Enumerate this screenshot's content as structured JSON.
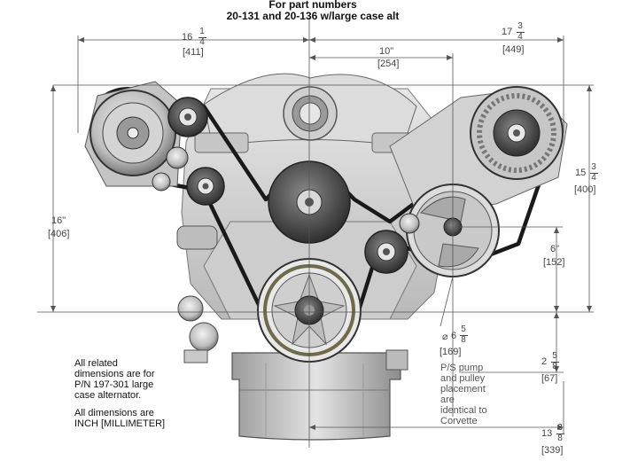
{
  "title": {
    "line1": "For part numbers",
    "line2": "20-131 and 20-136 w/large case alt"
  },
  "dimensions": {
    "overall_width": {
      "whole": "16",
      "num": "1",
      "den": "4",
      "mm": "[411]"
    },
    "alt_width": {
      "whole": "17",
      "num": "3",
      "den": "4",
      "mm": "[449]"
    },
    "center_offset": {
      "inch": "10\"",
      "mm": "[254]"
    },
    "left_height": {
      "inch": "16\"",
      "mm": "[406]"
    },
    "right_height": {
      "whole": "15",
      "num": "3",
      "den": "4",
      "mm": "[400]"
    },
    "ps_height": {
      "inch": "6\"",
      "mm": "[152]"
    },
    "ps_pulley_dia": {
      "prefix": "⌀",
      "whole": "6",
      "num": "5",
      "den": "8",
      "mm": "[169]"
    },
    "ps_offset": {
      "whole": "2",
      "num": "5",
      "den": "8",
      "mm": "[67]"
    },
    "ps_width": {
      "whole": "13",
      "num": "3",
      "den": "8",
      "mm": "[339]"
    }
  },
  "notes": {
    "related": [
      "All related",
      "dimensions are for",
      "P/N 197-301 large",
      "case alternator."
    ],
    "units": [
      "All dimensions are",
      "INCH [MILLIMETER]"
    ],
    "ps_pump": [
      "P/S pump",
      "and pulley",
      "placement",
      "are",
      "identical to",
      "Corvette"
    ]
  },
  "colors": {
    "dimension_line": "#555555",
    "belt": "#1a1a1a",
    "engine_light": "#d8d8d8",
    "engine_mid": "#a8a8a8",
    "engine_dark": "#5a5a5a"
  }
}
